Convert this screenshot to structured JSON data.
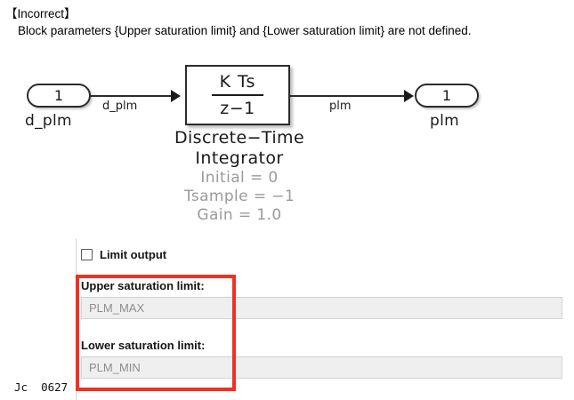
{
  "error_message": {
    "heading": "【Incorrect】",
    "body": "Block parameters {Upper saturation limit} and {Lower saturation limit} are not defined."
  },
  "diagram": {
    "input_port": {
      "number": "1",
      "label": "d_plm"
    },
    "output_port": {
      "number": "1",
      "label": "plm"
    },
    "signal_labels": {
      "input": "d_plm",
      "output": "plm"
    },
    "block": {
      "numerator": "K Ts",
      "denominator": "z−1",
      "name_line1": "Discrete−Time",
      "name_line2": "Integrator",
      "params": [
        "Initial = 0",
        "Tsample = −1",
        "Gain = 1.0"
      ]
    }
  },
  "dialog": {
    "checkbox": {
      "label": "Limit output",
      "checked": false
    },
    "fields": [
      {
        "label": "Upper saturation limit:",
        "value": "PLM_MAX"
      },
      {
        "label": "Lower saturation limit:",
        "value": "PLM_MIN"
      }
    ]
  },
  "highlight": {
    "color": "#ef3124"
  },
  "footer": {
    "note": "Jc  0627"
  }
}
